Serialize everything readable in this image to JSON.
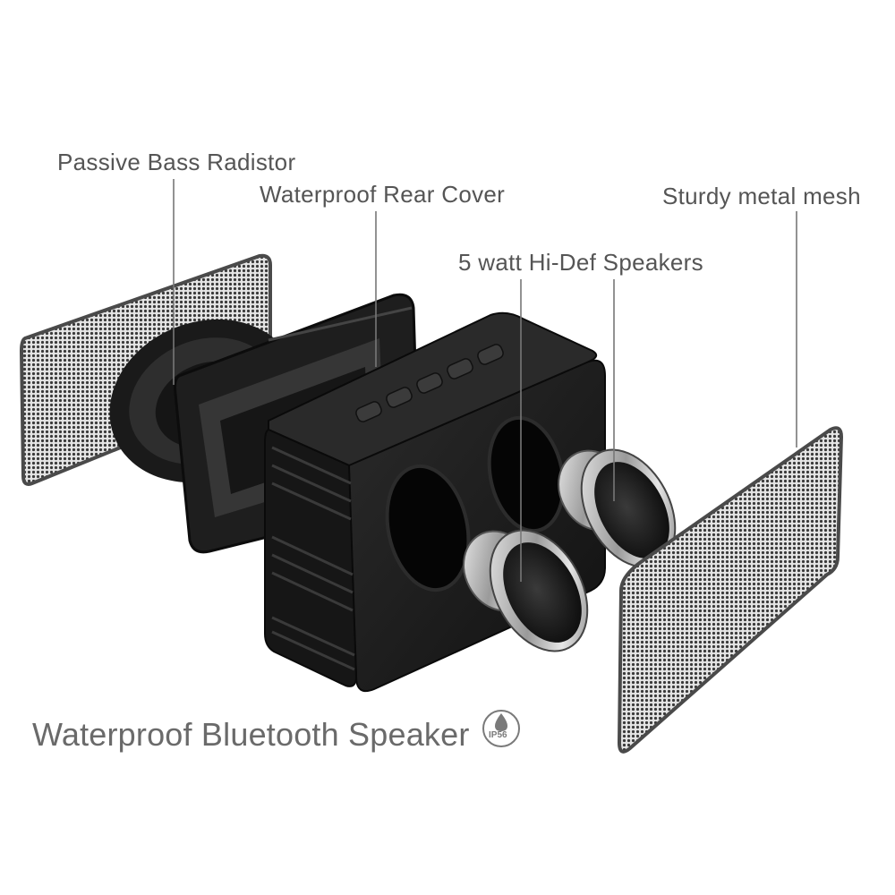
{
  "labels": {
    "passive_bass": "Passive Bass Radistor",
    "rear_cover": "Waterproof Rear Cover",
    "speakers": "5 watt Hi-Def  Speakers",
    "metal_mesh": "Sturdy metal mesh",
    "product": "Waterproof Bluetooth Speaker"
  },
  "badge": {
    "text": "IP56",
    "icon": "water-drop-icon"
  },
  "colors": {
    "text": "#555555",
    "body": "#1c1c1c",
    "mesh": "#7a7a7a",
    "metal": "#b8b8b8",
    "leader": "#666666"
  }
}
